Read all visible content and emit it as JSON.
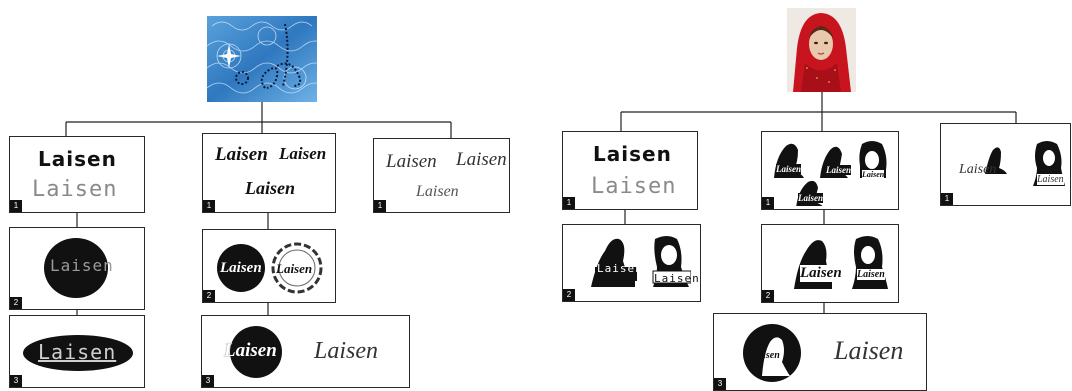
{
  "word": "Laisen",
  "steps": {
    "one": "1",
    "two": "2",
    "three": "3"
  },
  "colors": {
    "ink": "#111111",
    "line": "#222222",
    "grey": "#8a8a8a",
    "fabric_blue": "#3b82c4",
    "scarf_red": "#c8141e"
  },
  "trees": [
    {
      "name": "pattern-source-tree",
      "source_image": "blue-patterned-fabric"
    },
    {
      "name": "photo-source-tree",
      "source_image": "woman-in-red-headscarf"
    }
  ]
}
